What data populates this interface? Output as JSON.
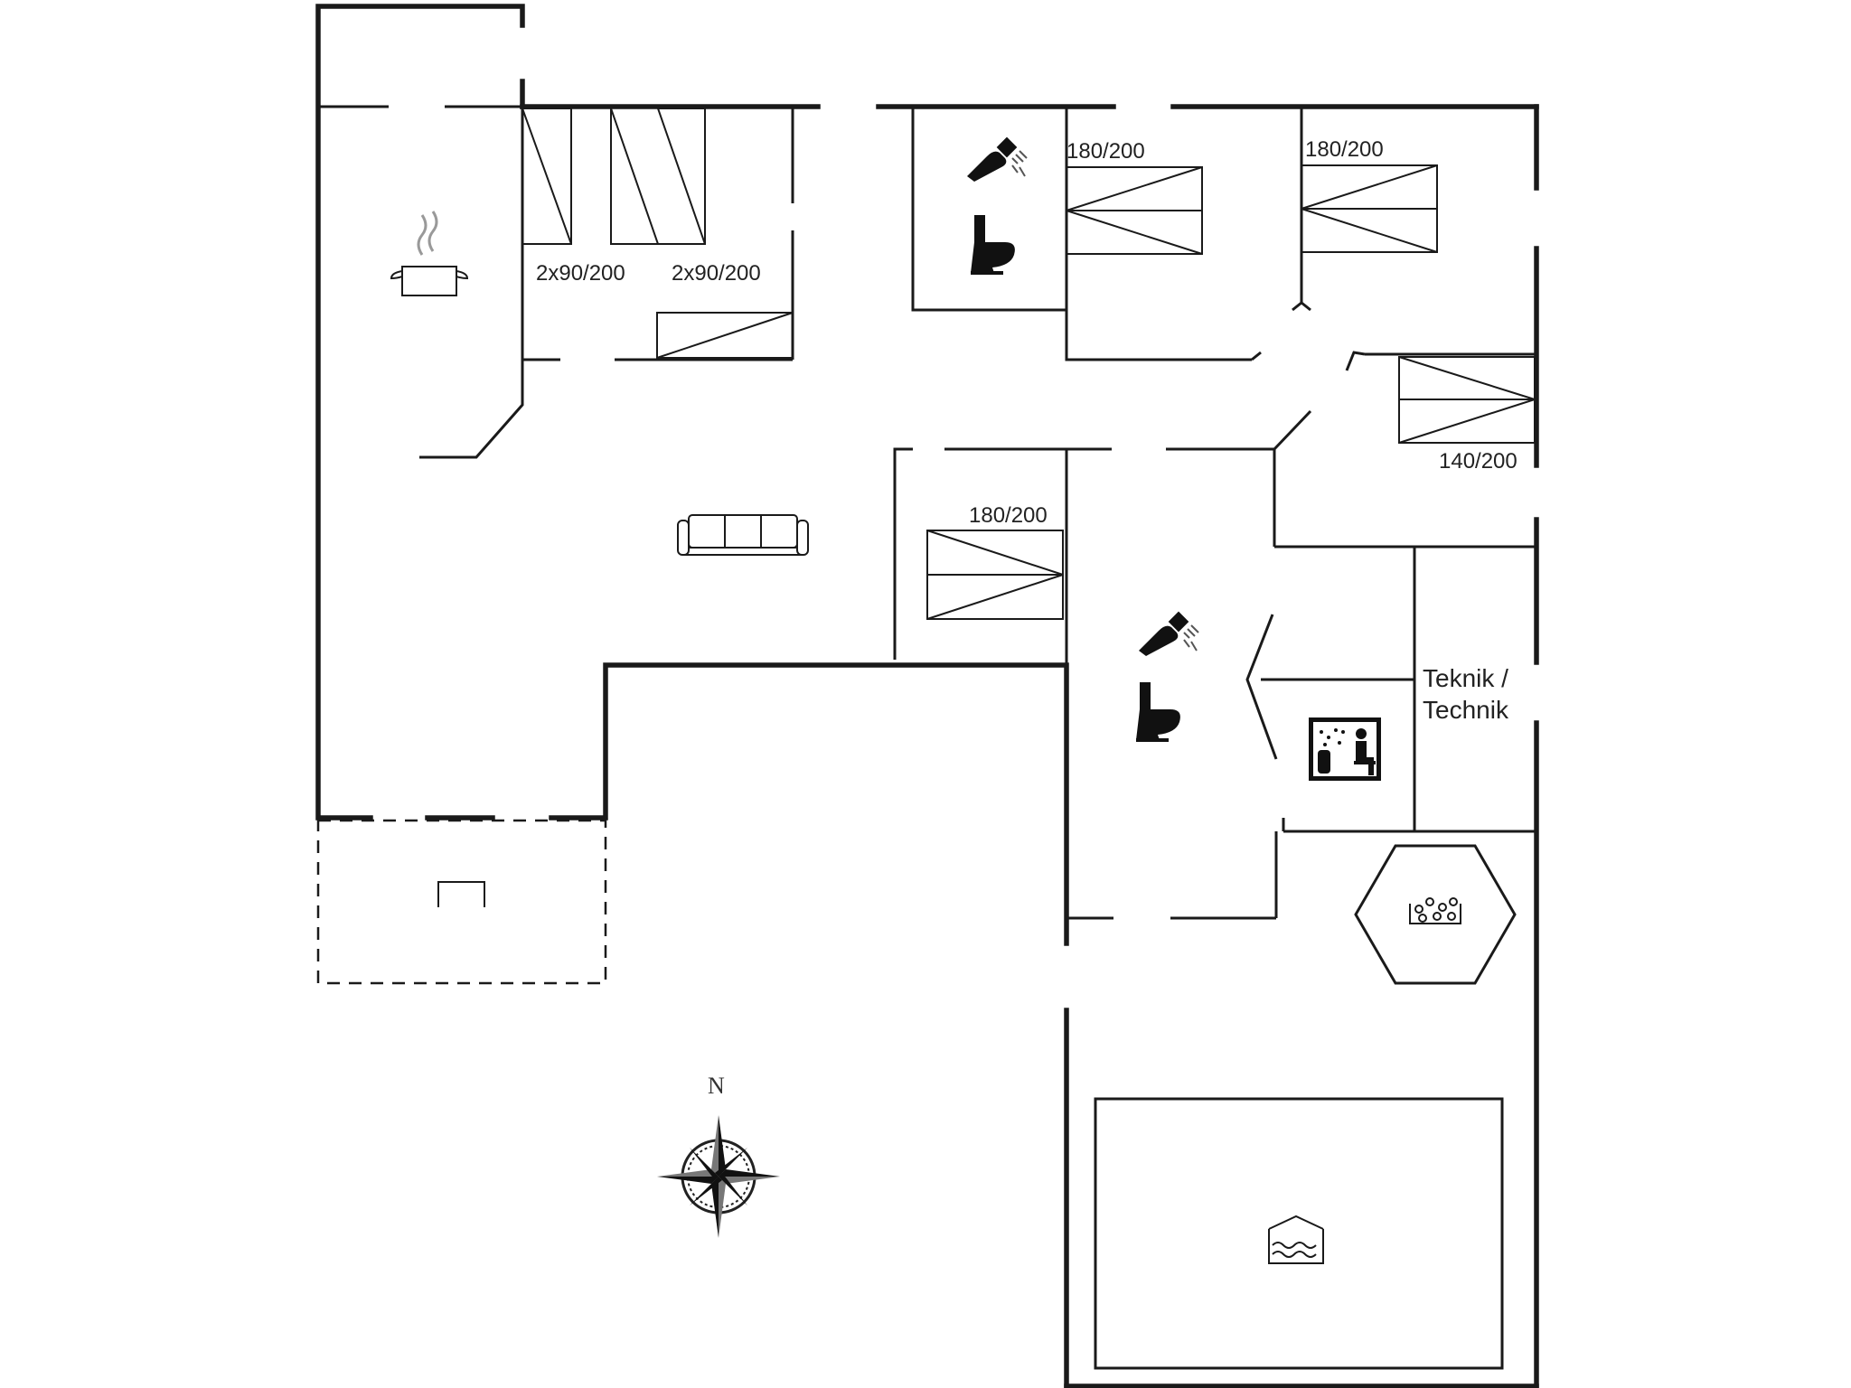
{
  "rooms": {
    "bedroom_1_label": "2x90/200",
    "bedroom_2_label": "2x90/200",
    "bedroom_3_label": "180/200",
    "bedroom_4_label": "180/200",
    "bedroom_5_label": "140/200",
    "bedroom_6_label": "180/200",
    "technical_room_label_line1": "Teknik /",
    "technical_room_label_line2": "Technik"
  },
  "compass": {
    "north_label": "N"
  },
  "colors": {
    "wall": "#1a1a1a",
    "background": "#ffffff",
    "text": "#222222"
  },
  "icons": [
    "cooking-pot-icon",
    "sofa-icon",
    "shower-icon",
    "toilet-icon",
    "sauna-icon",
    "whirlpool-icon",
    "pool-icon",
    "grill-icon",
    "compass-rose-icon"
  ]
}
